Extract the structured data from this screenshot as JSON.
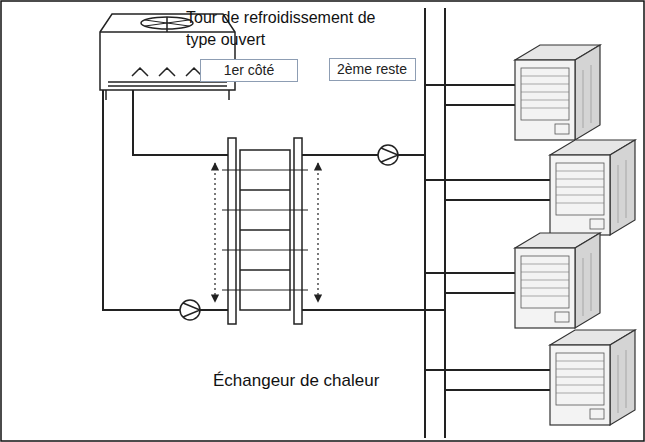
{
  "diagram": {
    "nodes": [
      {
        "text": [
          "1er côté"
        ]
      },
      {
        "text": [
          "2ème reste"
        ]
      }
    ],
    "labels": [
      "Tour de refroidissement de type ouvert",
      "Échangeur de chaleur"
    ]
  }
}
